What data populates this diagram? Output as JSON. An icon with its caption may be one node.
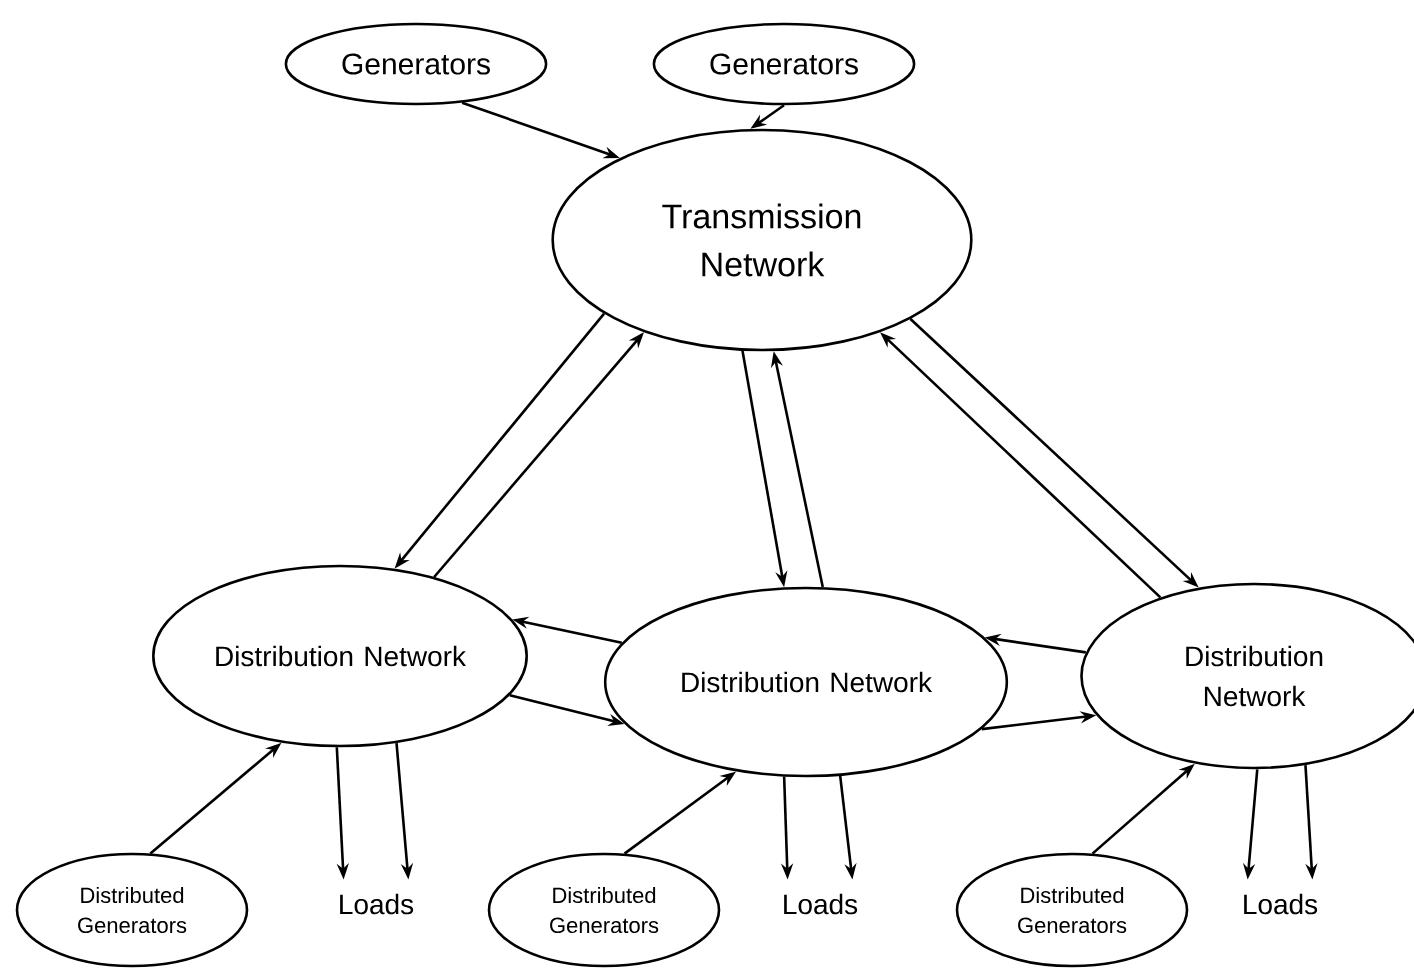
{
  "diagram": {
    "nodes": [
      {
        "text": [
          "Generators"
        ]
      },
      {
        "text": [
          "Generators"
        ]
      },
      {
        "text": [
          "Transmission Network"
        ]
      },
      {
        "text": [
          "Distribution Network"
        ]
      },
      {
        "text": [
          "Distribution Network"
        ]
      },
      {
        "text": [
          "Distribution Network"
        ]
      },
      {
        "text": [
          "Distributed Generators"
        ]
      },
      {
        "text": [
          "Loads"
        ]
      },
      {
        "text": [
          "Distributed Generators"
        ]
      },
      {
        "text": [
          "Loads"
        ]
      },
      {
        "text": [
          "Distributed Generators"
        ]
      },
      {
        "text": [
          "Loads"
        ]
      }
    ],
    "edges": [
      {
        "from": 0,
        "to": 2,
        "arrow": "to"
      },
      {
        "from": 1,
        "to": 2,
        "arrow": "to"
      },
      {
        "from": 2,
        "to": 3,
        "arrow": "to"
      },
      {
        "from": 3,
        "to": 2,
        "arrow": "to"
      },
      {
        "from": 2,
        "to": 4,
        "arrow": "to"
      },
      {
        "from": 4,
        "to": 2,
        "arrow": "to"
      },
      {
        "from": 2,
        "to": 5,
        "arrow": "to"
      },
      {
        "from": 5,
        "to": 2,
        "arrow": "to"
      },
      {
        "from": 4,
        "to": 3,
        "arrow": "to"
      },
      {
        "from": 3,
        "to": 4,
        "arrow": "to"
      },
      {
        "from": 5,
        "to": 4,
        "arrow": "to"
      },
      {
        "from": 4,
        "to": 5,
        "arrow": "to"
      },
      {
        "from": 6,
        "to": 3,
        "arrow": "to"
      },
      {
        "from": 3,
        "to": 7,
        "arrow": "to"
      },
      {
        "from": 3,
        "to": 7,
        "arrow": "to"
      },
      {
        "from": 8,
        "to": 4,
        "arrow": "to"
      },
      {
        "from": 4,
        "to": 9,
        "arrow": "to"
      },
      {
        "from": 4,
        "to": 9,
        "arrow": "to"
      },
      {
        "from": 10,
        "to": 5,
        "arrow": "to"
      },
      {
        "from": 5,
        "to": 11,
        "arrow": "to"
      },
      {
        "from": 5,
        "to": 11,
        "arrow": "to"
      }
    ]
  }
}
